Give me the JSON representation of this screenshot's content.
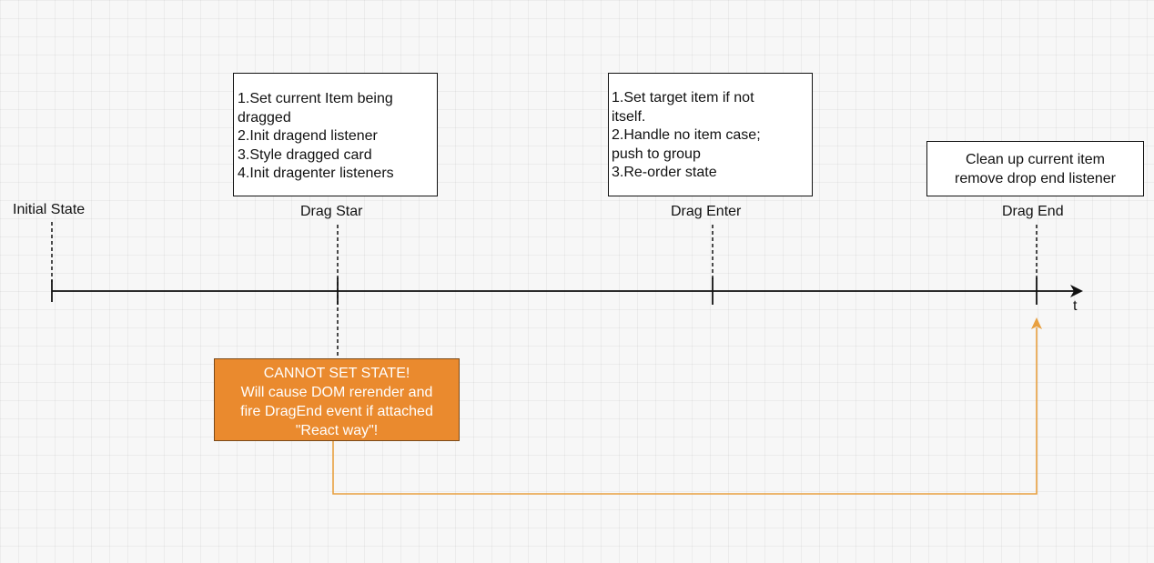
{
  "colors": {
    "axis": "#111111",
    "warning_fill": "#ea8a2e",
    "connector": "#e8a040"
  },
  "events": [
    {
      "id": "initial",
      "label": "Initial State"
    },
    {
      "id": "dragstart",
      "label": "Drag Star"
    },
    {
      "id": "dragenter",
      "label": "Drag Enter"
    },
    {
      "id": "dragend",
      "label": "Drag End"
    }
  ],
  "axis_label": "t",
  "notes": {
    "dragstart": [
      "1.Set current Item being",
      "dragged",
      "2.Init dragend listener",
      "3.Style dragged card",
      "4.Init dragenter listeners"
    ],
    "dragenter": [
      "1.Set target item if not",
      "itself.",
      "2.Handle no item case;",
      "push to group",
      "3.Re-order state"
    ],
    "dragend": [
      "Clean up current item",
      "remove drop end listener"
    ]
  },
  "warning": [
    "CANNOT SET STATE!",
    "Will cause DOM rerender and",
    "fire DragEnd event if attached",
    "\"React way\"!"
  ]
}
